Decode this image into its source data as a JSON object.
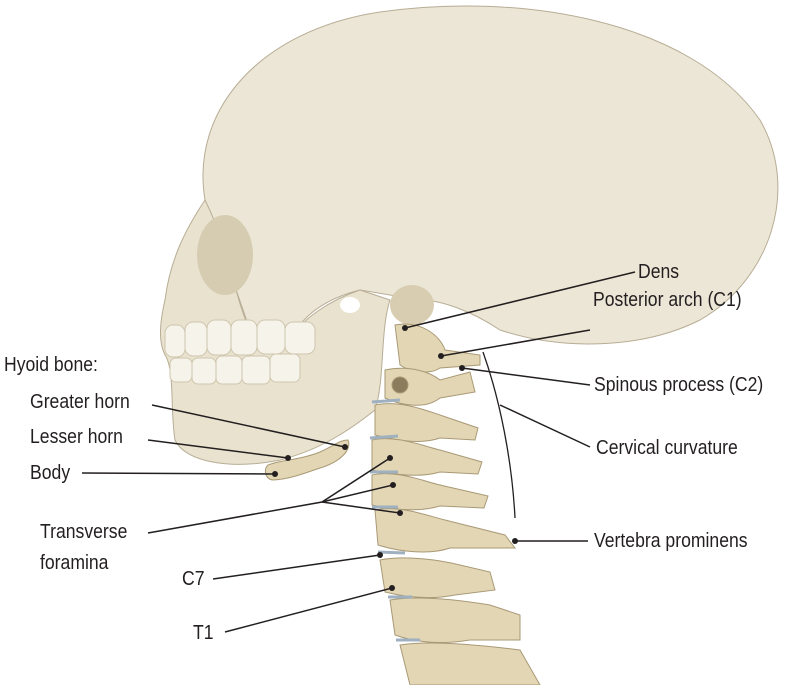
{
  "labels": {
    "dens": "Dens",
    "posterior_arch": "Posterior arch (C1)",
    "spinous_process": "Spinous process (C2)",
    "cervical_curvature": "Cervical curvature",
    "vertebra_prominens": "Vertebra prominens",
    "hyoid_bone": "Hyoid bone:",
    "greater_horn": "Greater horn",
    "lesser_horn": "Lesser horn",
    "body": "Body",
    "transverse_line1": "Transverse",
    "transverse_line2": "foramina",
    "c7": "C7",
    "t1": "T1"
  },
  "colors": {
    "bone": "#ece6d6",
    "bone_shadow": "#d8cdb0",
    "vertebra": "#e3d6b4",
    "line": "#231f20"
  }
}
